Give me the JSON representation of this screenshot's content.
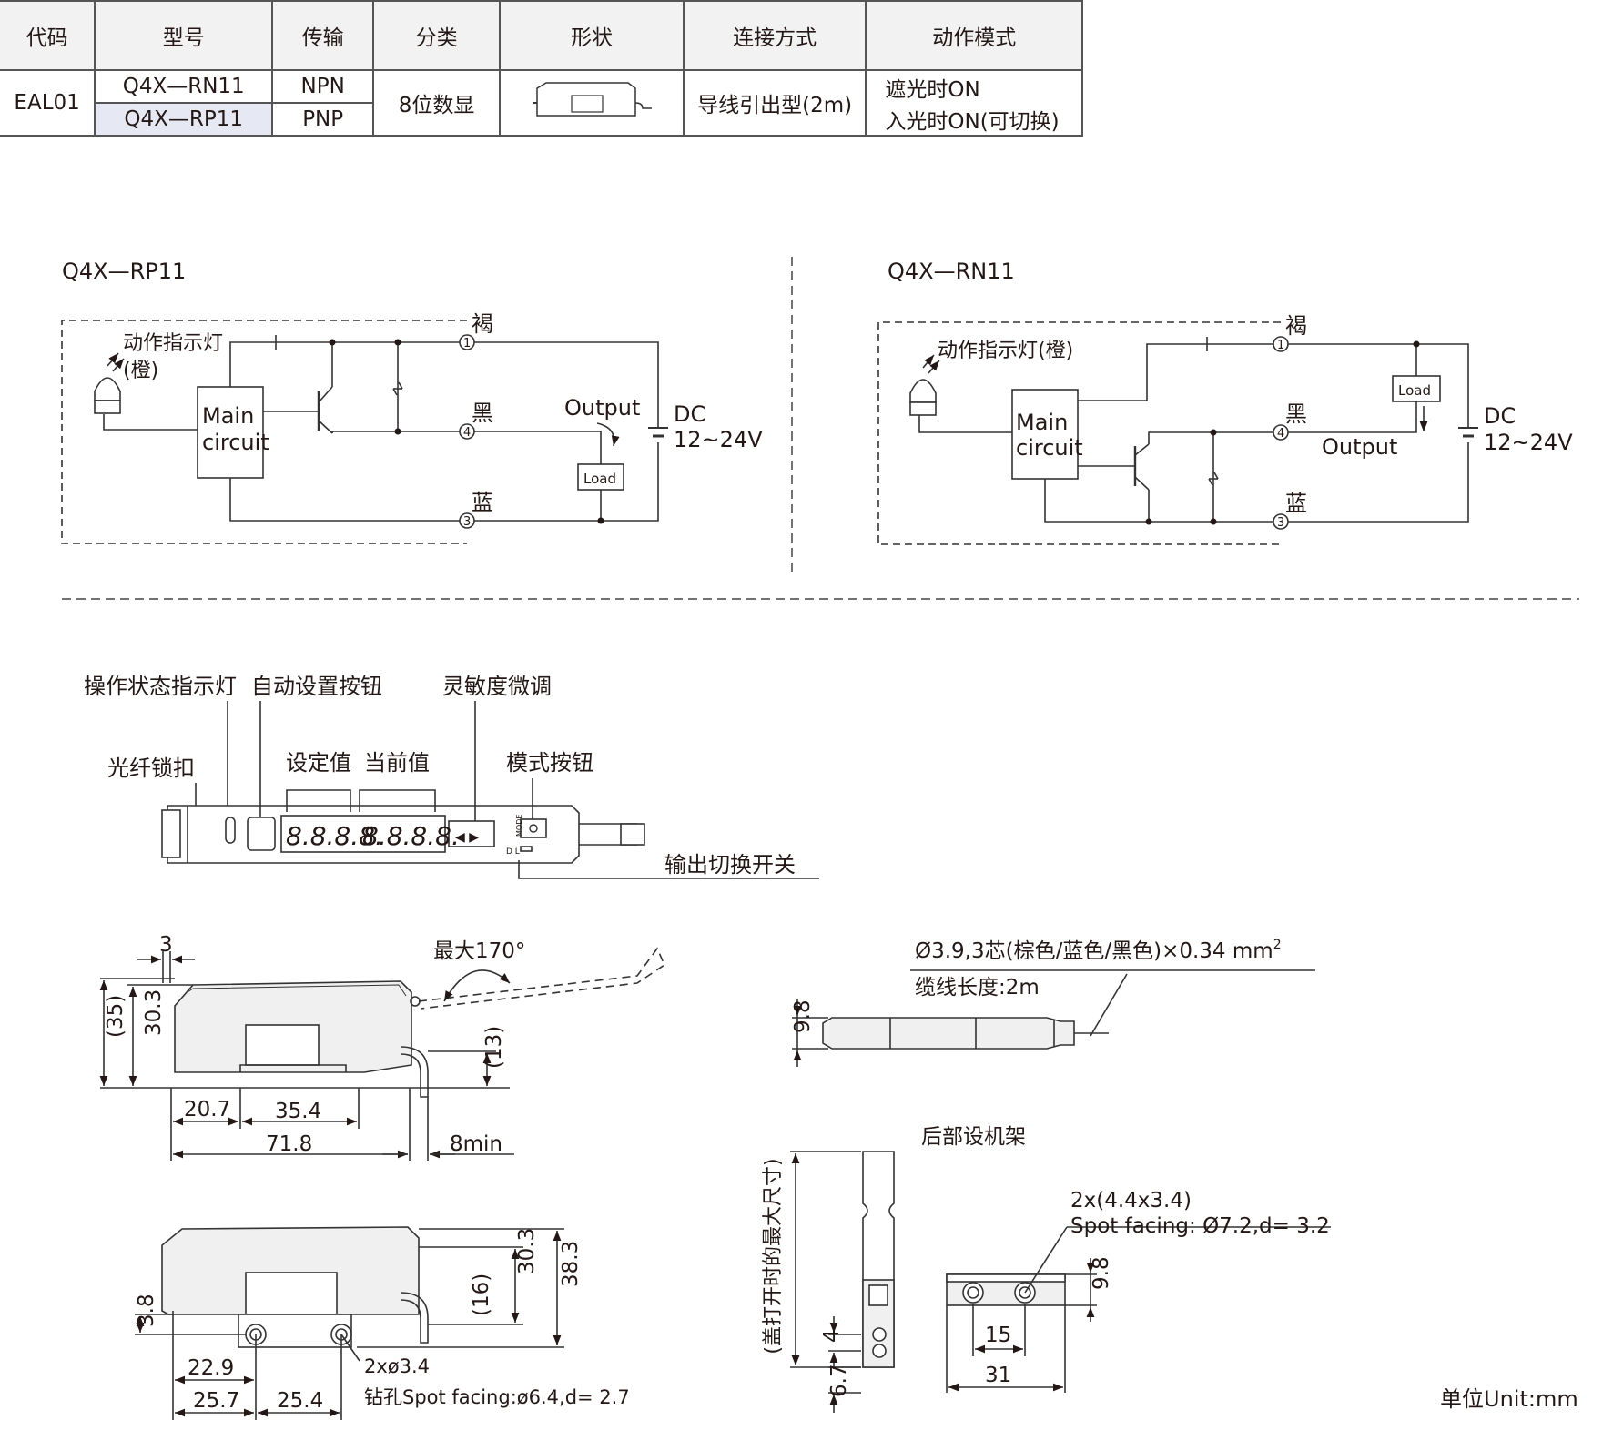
{
  "table": {
    "headers": [
      "代码",
      "型号",
      "传输",
      "分类",
      "形状",
      "连接方式",
      "动作模式"
    ],
    "code": "EAL01",
    "row1": {
      "model": "Q4X—RN11",
      "transmission": "NPN"
    },
    "row2": {
      "model": "Q4X—RP11",
      "transmission": "PNP"
    },
    "category": "8位数显",
    "connection": "导线引出型(2m)",
    "mode_line1": "遮光时ON",
    "mode_line2": "入光时ON(可切换)"
  },
  "circuit_left": {
    "title": "Q4X—RP11",
    "indicator_line1": "动作指示灯",
    "indicator_line2": "(橙)",
    "main_line1": "Main",
    "main_line2": "circuit",
    "pin1": "1",
    "pin4": "4",
    "pin3": "3",
    "brown": "褐",
    "black": "黑",
    "blue": "蓝",
    "output": "Output",
    "load": "Load",
    "dc": "DC",
    "voltage": "12~24V"
  },
  "circuit_right": {
    "title": "Q4X—RN11",
    "indicator": "动作指示灯(橙)",
    "main_line1": "Main",
    "main_line2": "circuit",
    "pin1": "1",
    "pin4": "4",
    "pin3": "3",
    "brown": "褐",
    "black": "黑",
    "blue": "蓝",
    "output": "Output",
    "load": "Load",
    "dc": "DC",
    "voltage": "12~24V"
  },
  "panel": {
    "status_led": "操作状态指示灯",
    "auto_button": "自动设置按钮",
    "fine_adjust": "灵敏度微调",
    "fiber_lock": "光纤锁扣",
    "set_value": "设定值",
    "current_value": "当前值",
    "mode_button": "模式按钮",
    "output_switch": "输出切换开关",
    "set_digits": "8.8.8.8.",
    "cur_digits": "8.8.8.8.",
    "mode_small": "MODE",
    "dl_small": "D  L"
  },
  "dims_side": {
    "d3": "3",
    "max_angle": "最大170°",
    "d35": "(35)",
    "d303": "30.3",
    "d13": "(13)",
    "d207": "20.7",
    "d354": "35.4",
    "d718": "71.8",
    "d8min": "8min"
  },
  "dims_bottom": {
    "d303": "30.3",
    "d383": "38.3",
    "d16": "(16)",
    "d38": "3.8",
    "d229": "22.9",
    "d257": "25.7",
    "d254": "25.4",
    "holes": "2xø3.4",
    "spot": "钻孔Spot facing:ø6.4,d= 2.7"
  },
  "cable": {
    "spec": "Ø3.9,3芯(棕色/蓝色/黑色)×0.34 mm",
    "sup": "2",
    "length": "缆线长度:2m",
    "d98": "9.8"
  },
  "bracket": {
    "title": "后部设机架",
    "lid_note": "(盖打开时的最大尺寸)",
    "d4": "4",
    "d67": "6.7",
    "holes": "2x(4.4x3.4)",
    "spot": "Spot facing: Ø7.2,d= 3.2",
    "d15": "15",
    "d31": "31",
    "d98": "9.8"
  },
  "unit": "单位Unit:mm"
}
